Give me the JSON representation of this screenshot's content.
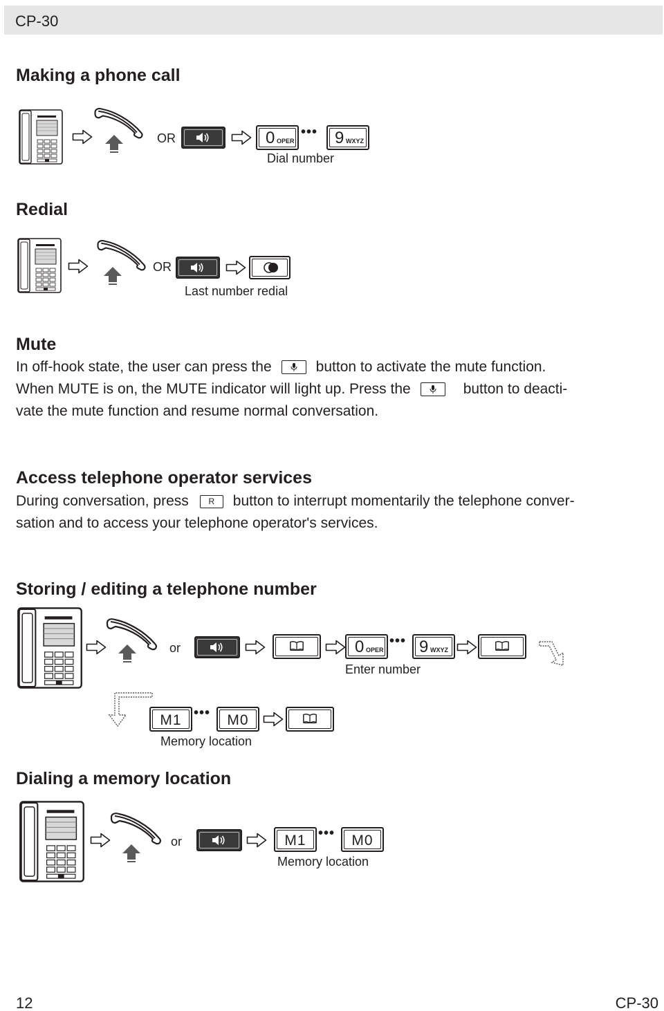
{
  "header": {
    "title": "CP-30"
  },
  "footer": {
    "page_number": "12",
    "product": "CP-30"
  },
  "sections": {
    "making_call": {
      "title": "Making a phone call",
      "or_label": "OR",
      "key_first_main": "0",
      "key_first_sub": "OPER",
      "key_last_main": "9",
      "key_last_sub": "WXYZ",
      "caption": "Dial number"
    },
    "redial": {
      "title": "Redial",
      "or_label": "OR",
      "caption": "Last number redial"
    },
    "mute": {
      "title": "Mute",
      "line1_pre": "In off-hook state, the user can press the",
      "line1_post": "button to activate the mute function.",
      "line2_pre": "When MUTE is on, the MUTE indicator will light up. Press the",
      "line2_post": "button to deacti-",
      "line3": "vate the mute function and resume normal conversation."
    },
    "operator": {
      "title": "Access telephone operator services",
      "line1_pre": "During conversation, press",
      "key_label": "R",
      "line1_post": "button to interrupt momentarily the telephone conver-",
      "line2": "sation and to access your telephone operator's services."
    },
    "storing": {
      "title": "Storing / editing a telephone number",
      "or_label": "or",
      "key_first_main": "0",
      "key_first_sub": "OPER",
      "key_last_main": "9",
      "key_last_sub": "WXYZ",
      "caption_number": "Enter number",
      "mem_first": "M1",
      "mem_last": "M0",
      "caption_memory": "Memory location"
    },
    "dialing_memory": {
      "title": "Dialing a memory location",
      "or_label": "or",
      "mem_first": "M1",
      "mem_last": "M0",
      "caption": "Memory location"
    }
  }
}
